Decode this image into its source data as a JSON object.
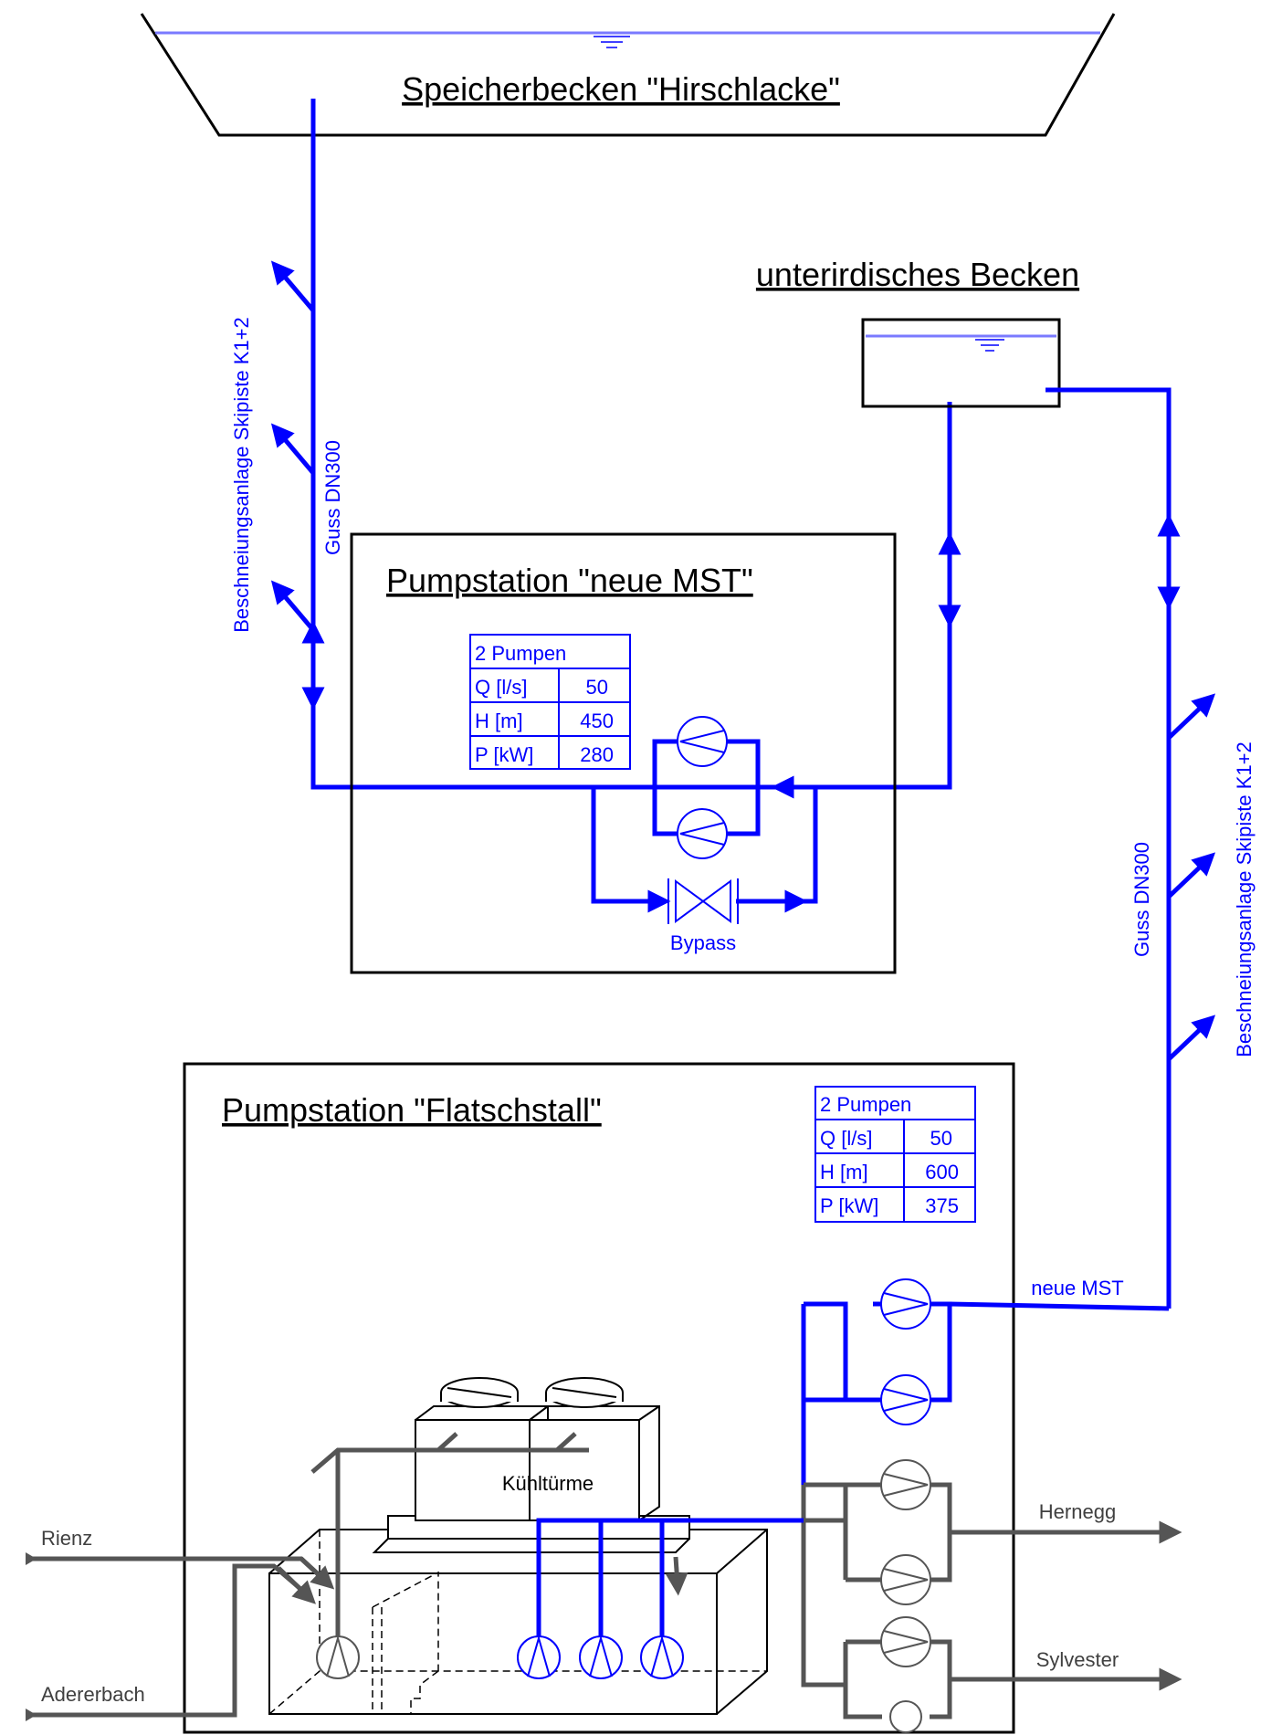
{
  "reservoir": {
    "title": "Speicherbecken \"Hirschlacke\""
  },
  "underground": {
    "title": "unterirdisches Becken"
  },
  "left_pipe": {
    "material": "Guss DN300",
    "branch_label": "Beschneiungsanlage Skipiste K1+2"
  },
  "right_pipe": {
    "material": "Guss DN300",
    "branch_label": "Beschneiungsanlage Skipiste K1+2"
  },
  "station_mst": {
    "title": "Pumpstation \"neue MST\"",
    "table": {
      "header": "2 Pumpen",
      "rows": [
        {
          "label": "Q [l/s]",
          "value": "50"
        },
        {
          "label": "H [m]",
          "value": "450"
        },
        {
          "label": "P [kW]",
          "value": "280"
        }
      ]
    },
    "bypass_label": "Bypass"
  },
  "station_flat": {
    "title": "Pumpstation \"Flatschstall\"",
    "table": {
      "header": "2 Pumpen",
      "rows": [
        {
          "label": "Q [l/s]",
          "value": "50"
        },
        {
          "label": "H [m]",
          "value": "600"
        },
        {
          "label": "P [kW]",
          "value": "375"
        }
      ]
    },
    "cooling_label": "Kühltürme",
    "outlet_mst": "neue MST",
    "outlet_hernegg": "Hernegg",
    "outlet_sylvester": "Sylvester"
  },
  "inlets": {
    "rienz": "Rienz",
    "adererbach": "Adererbach"
  },
  "colors": {
    "water": "#0000ff",
    "existing": "#555555",
    "outline": "#000000"
  }
}
